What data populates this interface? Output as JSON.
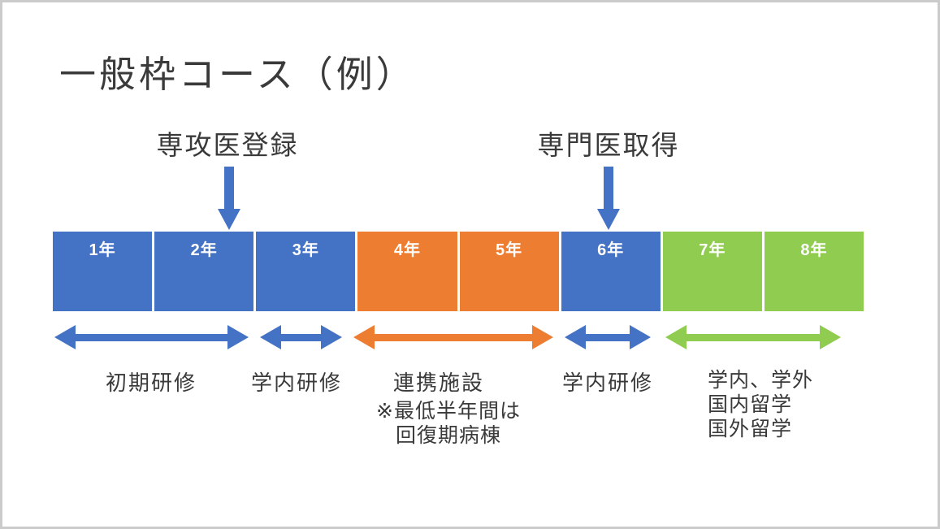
{
  "slide": {
    "title": "一般枠コース（例）"
  },
  "annotations": [
    {
      "label": "専攻医登録",
      "arrow": "down-arrow",
      "points_to": "2年/3年境界"
    },
    {
      "label": "専門医取得",
      "arrow": "down-arrow",
      "points_to": "6年"
    }
  ],
  "timeline": {
    "segments": [
      {
        "label": "1年",
        "color": "blue"
      },
      {
        "label": "2年",
        "color": "blue"
      },
      {
        "label": "3年",
        "color": "blue"
      },
      {
        "label": "4年",
        "color": "orange"
      },
      {
        "label": "5年",
        "color": "orange"
      },
      {
        "label": "6年",
        "color": "blue"
      },
      {
        "label": "7年",
        "color": "green"
      },
      {
        "label": "8年",
        "color": "green"
      }
    ]
  },
  "phases": [
    {
      "label": "初期研修",
      "color": "blue",
      "years": "1年-2年"
    },
    {
      "label": "学内研修",
      "color": "blue",
      "years": "3年"
    },
    {
      "label": "連携施設",
      "color": "orange",
      "years": "4年-5年",
      "note": [
        "※最低半年間は",
        "回復期病棟"
      ]
    },
    {
      "label": "学内研修",
      "color": "blue",
      "years": "6年"
    },
    {
      "lines": [
        "学内、学外",
        "国内留学",
        "国外留学"
      ],
      "color": "green",
      "years": "7年-8年"
    }
  ],
  "colors": {
    "blue": "#4472C4",
    "orange": "#ED7D31",
    "green": "#8FCC4F",
    "text": "#3A3A3A"
  }
}
